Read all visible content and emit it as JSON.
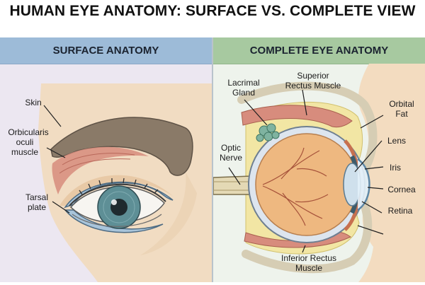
{
  "title": "HUMAN EYE ANATOMY: SURFACE VS. COMPLETE VIEW",
  "surface_panel": {
    "header": "SURFACE ANATOMY",
    "labels": {
      "skin": "Skin",
      "orbicularis_1": "Orbicularis",
      "orbicularis_2": "oculi",
      "orbicularis_3": "muscle",
      "tarsal_1": "Tarsal",
      "tarsal_2": "plate"
    }
  },
  "complete_panel": {
    "header": "COMPLETE EYE ANATOMY",
    "labels": {
      "lacrimal_1": "Lacrimal",
      "lacrimal_2": "Gland",
      "superior_1": "Superior",
      "superior_2": "Rectus Muscle",
      "orbital_1": "Orbital",
      "orbital_2": "Fat",
      "optic_1": "Optic",
      "optic_2": "Nerve",
      "lens": "Lens",
      "iris": "Iris",
      "cornea": "Cornea",
      "retina": "Retina",
      "inferior_1": "Inferior Rectus",
      "inferior_2": "Muscle"
    }
  },
  "colors": {
    "left_header": "#9dbbd8",
    "right_header": "#a7c9a0",
    "skin": "#f1dcc2",
    "muscle": "#d78c7d",
    "fat": "#f2e6a4",
    "eyeball": "#eeb880",
    "iris": "#5e8f96"
  }
}
